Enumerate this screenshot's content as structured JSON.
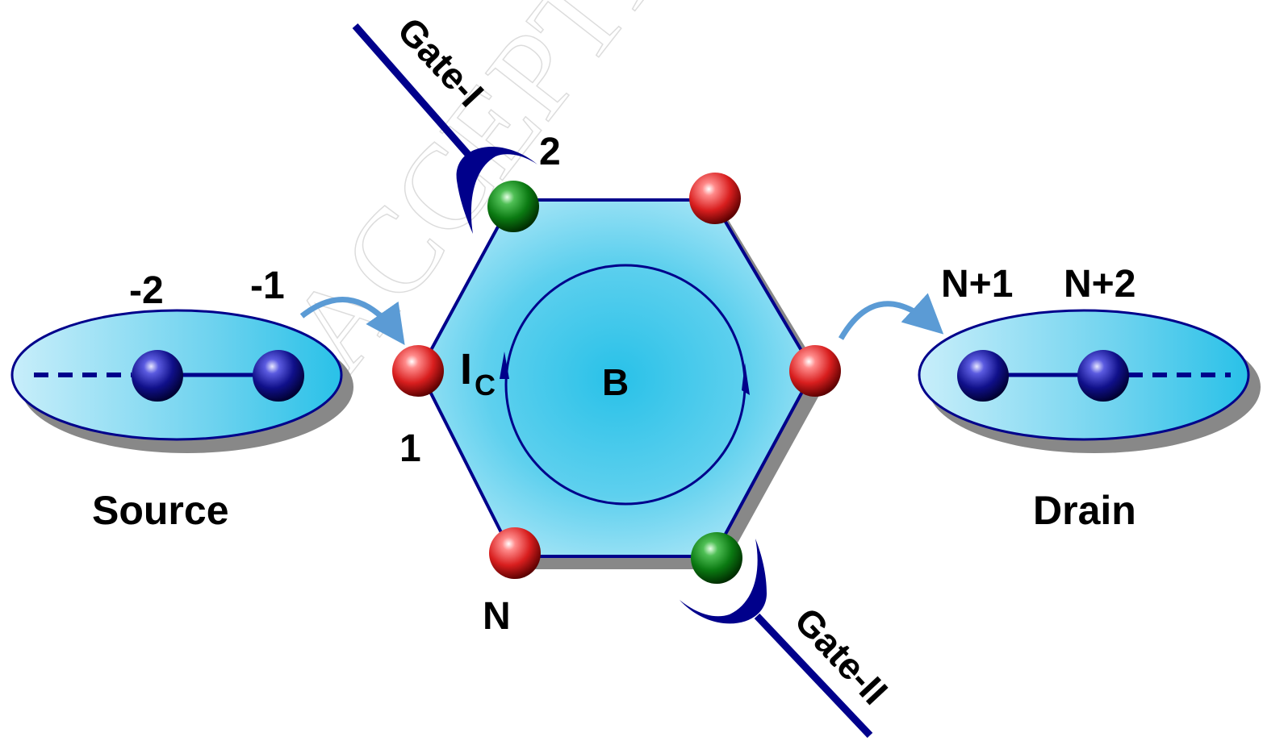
{
  "labels": {
    "source": "Source",
    "drain": "Drain",
    "gate_1": "Gate-I",
    "gate_2": "Gate-II",
    "site_1": "1",
    "site_2": "2",
    "site_n": "N",
    "lead_minus_2": "-2",
    "lead_minus_1": "-1",
    "lead_n_plus_1": "N+1",
    "lead_n_plus_2": "N+2",
    "current_main": "I",
    "current_sub": "C",
    "field": "B"
  },
  "watermark": "ACCEPTED",
  "colors": {
    "ring_fill": "#29c1e8",
    "ring_edge": "#00008b",
    "gate": "#00008b",
    "hop_arrow": "#5b9bd5",
    "atom_red": "#d81e1e",
    "atom_green": "#0b7a12",
    "atom_blue": "#10108a"
  }
}
